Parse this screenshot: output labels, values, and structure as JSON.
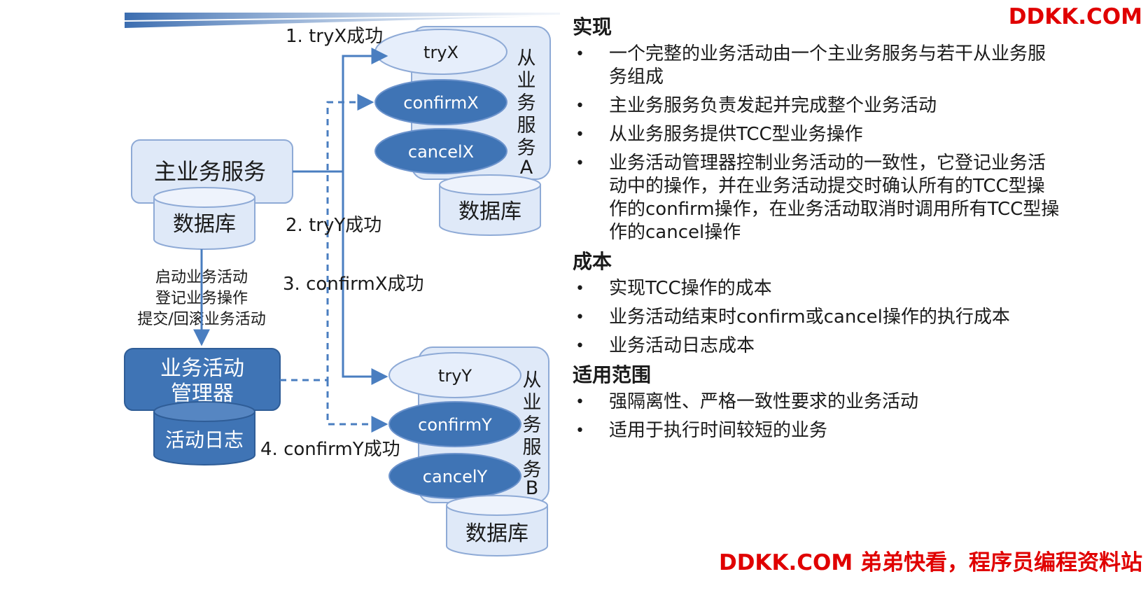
{
  "watermark": {
    "top": "DDKK.COM",
    "bottom": "DDKK.COM 弟弟快看，程序员编程资料站"
  },
  "colors": {
    "light_box_fill": "#dfe9f8",
    "light_box_stroke": "#8eaad6",
    "dark_box_fill": "#3f74b5",
    "arrow": "#4a7ec0",
    "watermark": "#e00000"
  },
  "diagram": {
    "main_service": "主业务服务",
    "main_db": "数据库",
    "manager_line1": "业务活动",
    "manager_line2": "管理器",
    "activity_log": "活动日志",
    "manager_notes": [
      "启动业务活动",
      "登记业务操作",
      "提交/回滚业务活动"
    ],
    "service_a_label": "从业务服务A",
    "service_a_ops": [
      "tryX",
      "confirmX",
      "cancelX"
    ],
    "service_a_db": "数据库",
    "service_b_label": "从业务服务B",
    "service_b_ops": [
      "tryY",
      "confirmY",
      "cancelY"
    ],
    "service_b_db": "数据库",
    "steps": [
      "1. tryX成功",
      "2. tryY成功",
      "3. confirmX成功",
      "4. confirmY成功"
    ]
  },
  "panel": {
    "sections": [
      {
        "title": "实现",
        "items": [
          "一个完整的业务活动由一个主业务服务与若干从业务服务组成",
          "主业务服务负责发起并完成整个业务活动",
          "从业务服务提供TCC型业务操作",
          "业务活动管理器控制业务活动的一致性，它登记业务活动中的操作，并在业务活动提交时确认所有的TCC型操作的confirm操作，在业务活动取消时调用所有TCC型操作的cancel操作"
        ]
      },
      {
        "title": "成本",
        "items": [
          "实现TCC操作的成本",
          "业务活动结束时confirm或cancel操作的执行成本",
          "业务活动日志成本"
        ]
      },
      {
        "title": "适用范围",
        "items": [
          "强隔离性、严格一致性要求的业务活动",
          "适用于执行时间较短的业务"
        ]
      }
    ]
  }
}
